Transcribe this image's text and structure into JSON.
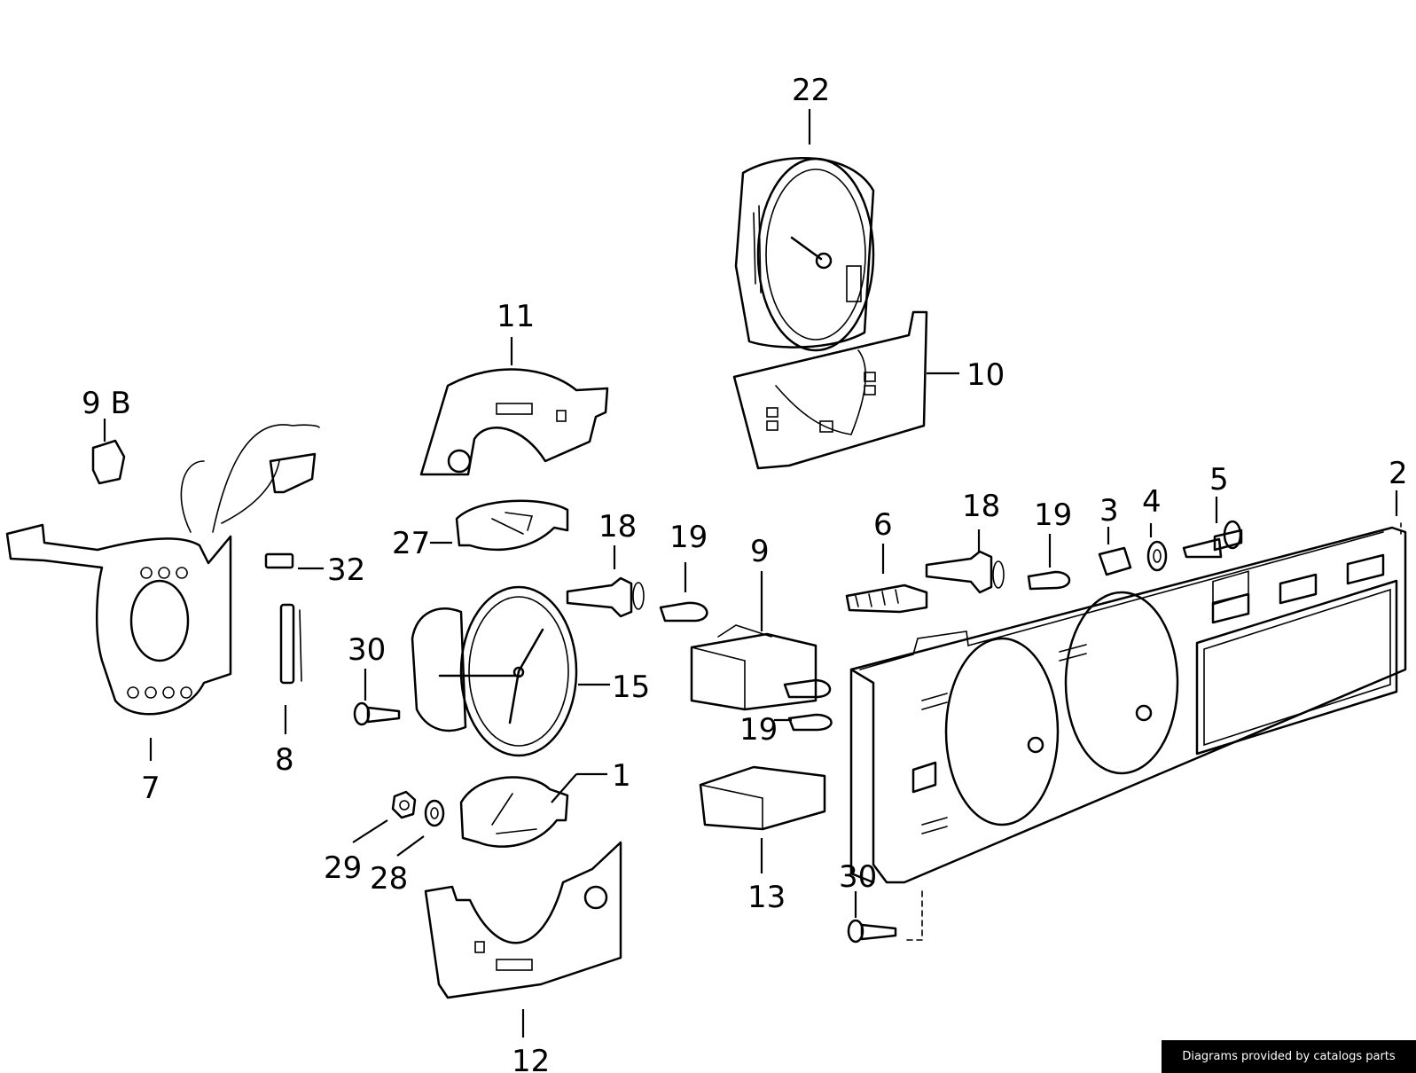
{
  "labels": {
    "l22": "22",
    "l11": "11",
    "l10": "10",
    "l9b": "9 B",
    "l32": "32",
    "l7": "7",
    "l8": "8",
    "l27": "27",
    "l18a": "18",
    "l19a": "19",
    "l30a": "30",
    "l15": "15",
    "l9": "9",
    "l19b": "19",
    "l1": "1",
    "l29": "29",
    "l28": "28",
    "l13": "13",
    "l12": "12",
    "l6": "6",
    "l18b": "18",
    "l19c": "19",
    "l3": "3",
    "l4": "4",
    "l5": "5",
    "l2": "2",
    "l30b": "30"
  },
  "credit": "Diagrams provided by catalogs parts"
}
